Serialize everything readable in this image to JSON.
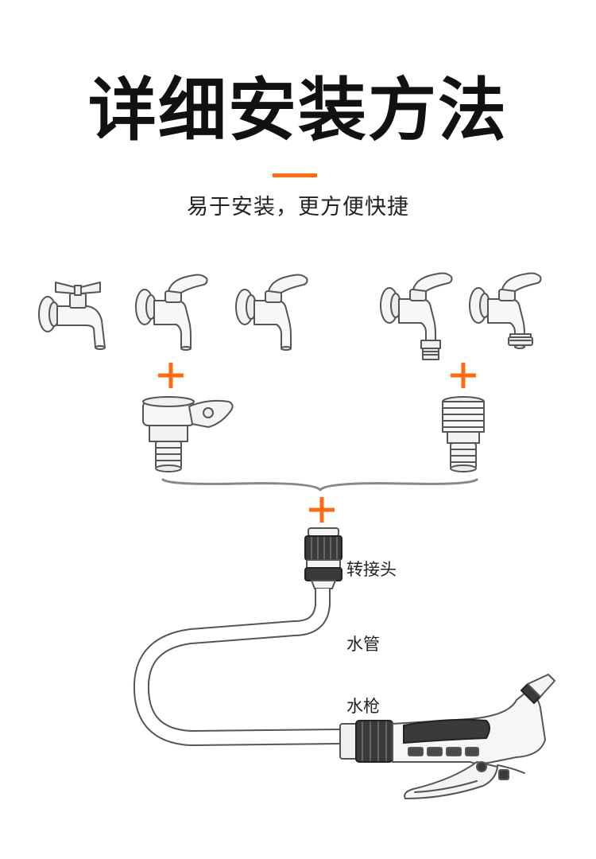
{
  "header": {
    "title": "详细安装方法",
    "subtitle": "易于安装，更方便快捷"
  },
  "labels": {
    "connector": "转接头",
    "hose": "水管",
    "gun": "水枪"
  },
  "colors": {
    "accent": "#ff6a13",
    "line": "#555555",
    "title": "#111111"
  },
  "icons": [
    "faucet-icon",
    "adapter-icon",
    "plus-icon",
    "connector-icon",
    "hose-icon",
    "spray-gun-icon"
  ]
}
